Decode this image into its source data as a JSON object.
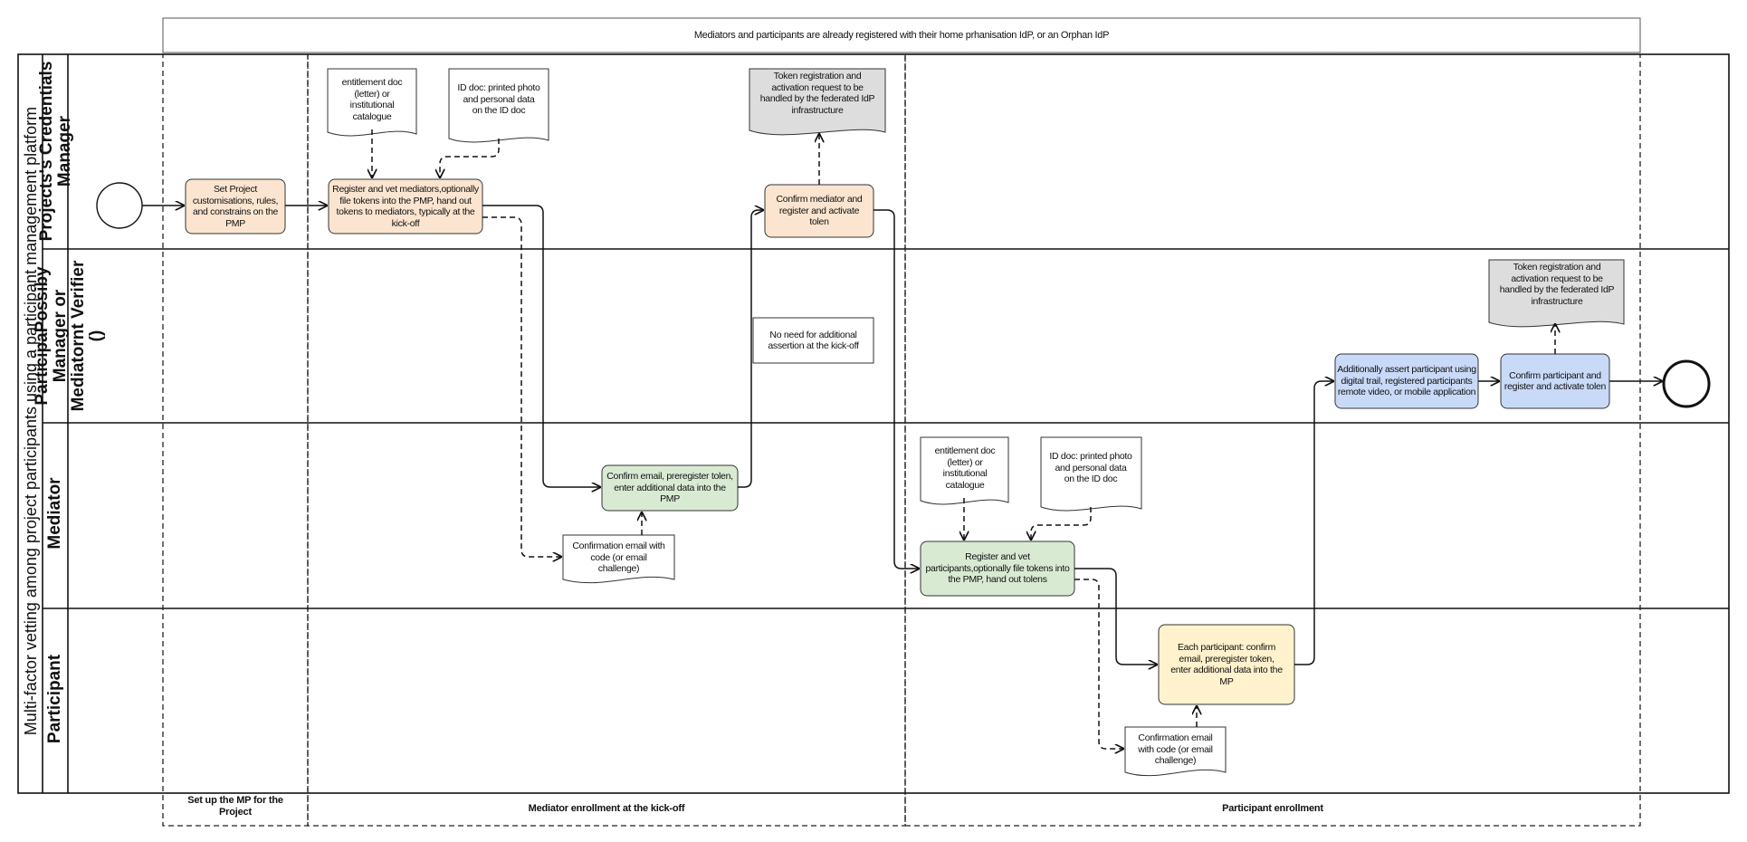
{
  "diagram": {
    "pool_title": "Multi-factor vetting among project participants using a participant management platform",
    "top_note": "Mediators and participants are already registered  with their home prhanisation IdP, or an Orphan IdP",
    "lanes": {
      "manager": [
        "Projects's Credentials",
        "Manager"
      ],
      "verifier": [
        "ParticipaPossiby",
        "Manager or",
        "Mediatornt Verifier",
        "()"
      ],
      "mediator": "Mediator",
      "participant": "Participant"
    },
    "phases": {
      "setup": [
        "Set up the MP for the",
        "Project"
      ],
      "mediator_enrollment": "Mediator enrollment at the kick-off",
      "participant_enrollment": "Participant enrollment"
    },
    "tasks": {
      "set_project": "Set Project customisations, rules, and constrains on the PMP",
      "register_mediators": "Register and vet mediators,optionally file tokens into the PMP, hand out tokens to mediators, typically at the kick-off",
      "confirm_mediator": "Confirm mediator and register and activate tolen",
      "confirm_email_mediator": "Confirm email, preregister tolen, enter additional data into the PMP",
      "register_participants": "Register and vet participants,optionally file tokens into the PMP, hand out tolens",
      "each_participant": "Each participant: confirm email, preregister token, enter additional data into the MP",
      "assert_participant": "Additionally assert participant using digital trail, registered participants remote video, or mobile application",
      "confirm_participant": "Confirm participant and register and activate tolen"
    },
    "documents": {
      "entitlement_1": "entitlement doc (letter) or institutional catalogue",
      "id_doc_1": "ID doc: printed photo and personal data on the ID doc",
      "token_request_1": "Token registration and activation request  to be handled by the federated IdP infrastructure",
      "confirmation_email_1": "Confirmation email with code (or email challenge)",
      "entitlement_2": "entitlement doc (letter) or institutional catalogue",
      "id_doc_2": "ID doc: printed photo and personal data on the ID doc",
      "token_request_2": "Token registration and activation request  to be handled by the federated IdP infrastructure",
      "confirmation_email_2": "Confirmation email with code (or email challenge)"
    },
    "annotations": {
      "no_need": "No need for additional assertion at the kick-off"
    },
    "colors": {
      "manager_task": "#fbe5d0",
      "mediator_task": "#d9ead3",
      "participant_task": "#fff2cc",
      "verifier_task": "#c9daf8",
      "token_doc": "#dddddd",
      "line": "#111111"
    }
  }
}
